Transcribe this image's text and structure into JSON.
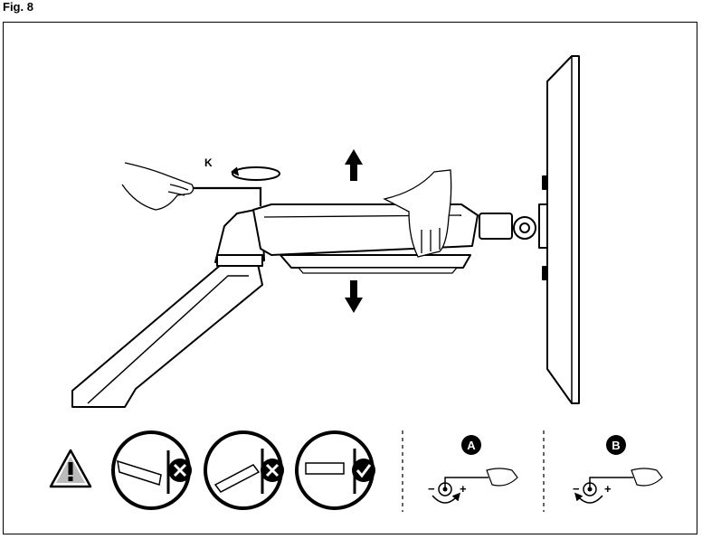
{
  "figure": {
    "label": "Fig. 8",
    "tool_label": "K",
    "icons": {
      "warning": "warning-triangle-icon",
      "arrow_up": "arrow-up-icon",
      "arrow_down": "arrow-down-icon",
      "rotate": "rotate-icon"
    },
    "examples": [
      {
        "state": "wrong",
        "icon": "cross-icon"
      },
      {
        "state": "wrong",
        "icon": "cross-icon"
      },
      {
        "state": "correct",
        "icon": "check-icon"
      }
    ],
    "adjust": [
      {
        "label": "A",
        "minus": "−",
        "plus": "+"
      },
      {
        "label": "B",
        "minus": "−",
        "plus": "+"
      }
    ],
    "colors": {
      "ink": "#000000",
      "paper": "#ffffff"
    }
  }
}
